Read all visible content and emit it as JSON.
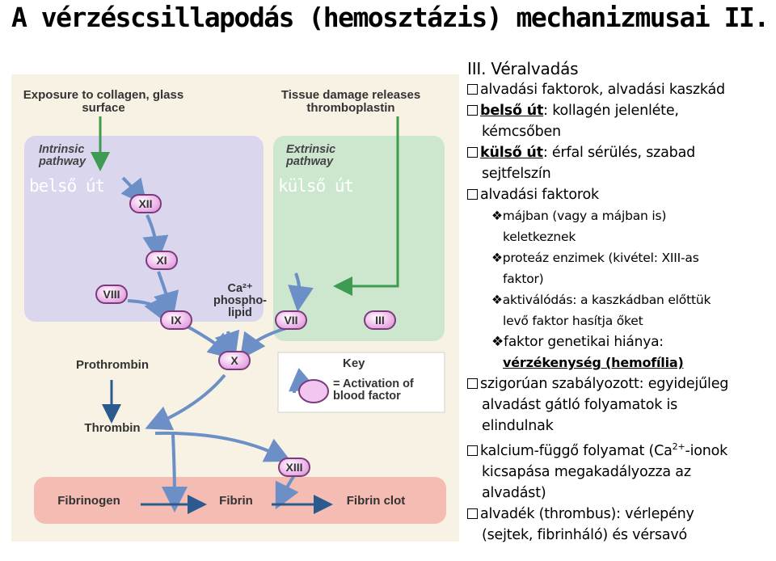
{
  "page_title": "A vérzéscsillapodás (hemosztázis) mechanizmusai II.",
  "diagram": {
    "top_left_label": "Exposure to collagen, glass surface",
    "top_right_label": "Tissue damage releases thromboplastin",
    "intrinsic_label": "Intrinsic pathway",
    "extrinsic_label": "Extrinsic pathway",
    "intrinsic_overlay": "belső út",
    "extrinsic_overlay": "külső út",
    "cofactor_label": "Ca²⁺ phospho-lipid",
    "prothrombin": "Prothrombin",
    "thrombin": "Thrombin",
    "fibrinogen": "Fibrinogen",
    "fibrin": "Fibrin",
    "fibrin_clot": "Fibrin clot",
    "key_title": "Key",
    "key_text": "= Activation of blood factor",
    "factors": {
      "xii": "XII",
      "xi": "XI",
      "viii": "VIII",
      "ix": "IX",
      "vii": "VII",
      "iii": "III",
      "x": "X",
      "xiii": "XIII"
    },
    "colors": {
      "intrinsic_bg": "#d9d6ee",
      "extrinsic_bg": "#cde7cf",
      "bottom_bg": "#f4bcb3",
      "arrow_blue": "#6b8fc6",
      "arrow_green": "#3f9a52",
      "arrow_navy": "#2d5a8e"
    }
  },
  "text": {
    "section_heading": "III. Véralvadás",
    "b1": "alvadási faktorok, alvadási kaszkád",
    "b2_bold": "belső út",
    "b2_rest": ": kollagén jelenléte,",
    "b2_cont": "kémcsőben",
    "b3_bold": "külső út",
    "b3_rest": ": érfal sérülés, szabad",
    "b3_cont": "sejtfelszín",
    "b4": "alvadási faktorok",
    "d1": "májban (vagy a májban is)",
    "d1_cont": "keletkeznek",
    "d2": "proteáz enzimek (kivétel: XIII-as",
    "d2_cont": "faktor)",
    "d3": "aktiválódás: a kaszkádban előttük",
    "d3_cont": "levő faktor hasítja őket",
    "d4": "faktor genetikai hiánya:",
    "d4_cont": "vérzékenység (hemofília)",
    "b5": "szigorúan szabályozott: egyidejűleg",
    "b5_cont1": "alvadást gátló folyamatok is",
    "b5_cont2": "elindulnak",
    "b6a": "kalcium-függő folyamat (Ca",
    "b6_sup": "2+",
    "b6b": "-ionok",
    "b6_cont1": "kicsapása megakadályozza az",
    "b6_cont2": "alvadást)",
    "b7": "alvadék (thrombus): vérlepény",
    "b7_cont": "(sejtek, fibrinháló) és vérsavó"
  }
}
